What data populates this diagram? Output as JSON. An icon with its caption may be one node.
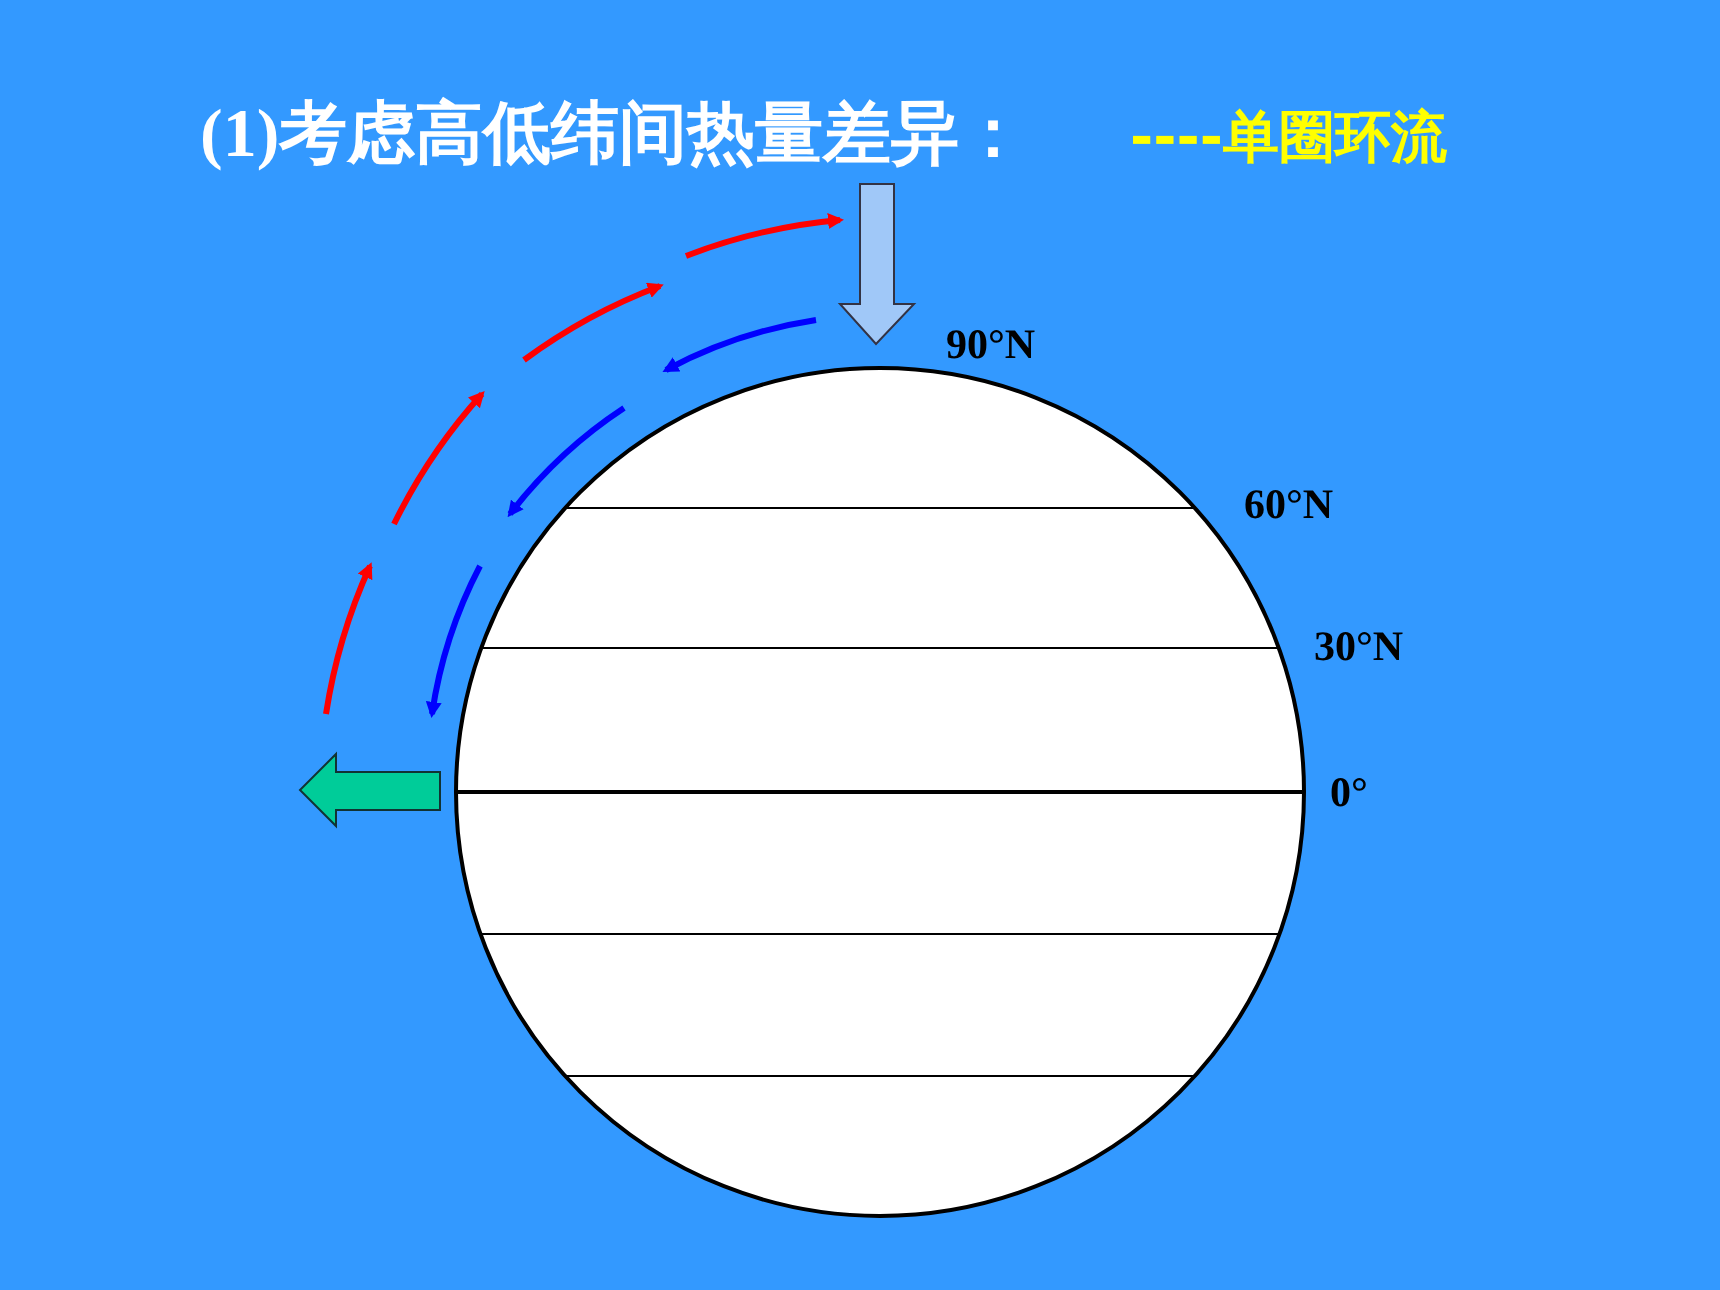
{
  "diagram": {
    "title": "(1)考虑高低纬间热量差异：",
    "labels": [
      "----单圈环流",
      "90°N",
      "60°N",
      "30°N",
      "0°"
    ]
  }
}
